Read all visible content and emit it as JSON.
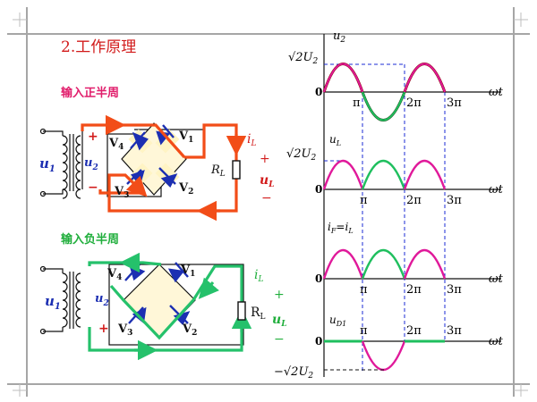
{
  "title": "2.工作原理",
  "pos_half_label": "输入正半周",
  "neg_half_label": "输入负半周",
  "circuit": {
    "u1": "u",
    "u1_sub": "1",
    "u2": "u",
    "u2_sub": "2",
    "v1": "V",
    "v1_sub": "1",
    "v2": "V",
    "v2_sub": "2",
    "v3": "V",
    "v3_sub": "3",
    "v4": "V",
    "v4_sub": "4",
    "rl": "R",
    "rl_sub": "L",
    "il": "i",
    "il_sub": "L",
    "ul": "u",
    "ul_sub": "L",
    "plus": "+",
    "minus": "−"
  },
  "waves": {
    "u2_y": "u",
    "u2_y_sub": "2",
    "u2_amp": "√2U",
    "u2_amp_sub": "2",
    "ul_y": "u",
    "ul_y_sub": "L",
    "ul_amp": "√2U",
    "ul_amp_sub": "2",
    "if_y": "i",
    "if_y_sub1": "F",
    "if_y_mid": "=i",
    "if_y_sub2": "L",
    "ud_y": "u",
    "ud_y_sub": "D1",
    "ud_amp": "−√2U",
    "ud_amp_sub": "2",
    "origin": "0",
    "pi": "π",
    "two_pi": "2π",
    "three_pi": "3π",
    "wt": "ωt"
  },
  "colors": {
    "frame": "#a6a6a6",
    "title": "#d21b1b",
    "pos_label": "#e11d6b",
    "neg_label": "#1fae3b",
    "pos_path": "#f24d18",
    "neg_path": "#25c16b",
    "wire": "#111111",
    "diode": "#1c2fb2",
    "dark_red": "#8b0000",
    "magenta": "#e0199a",
    "green": "#1fbf5e",
    "dash": "#1b2bd6"
  }
}
